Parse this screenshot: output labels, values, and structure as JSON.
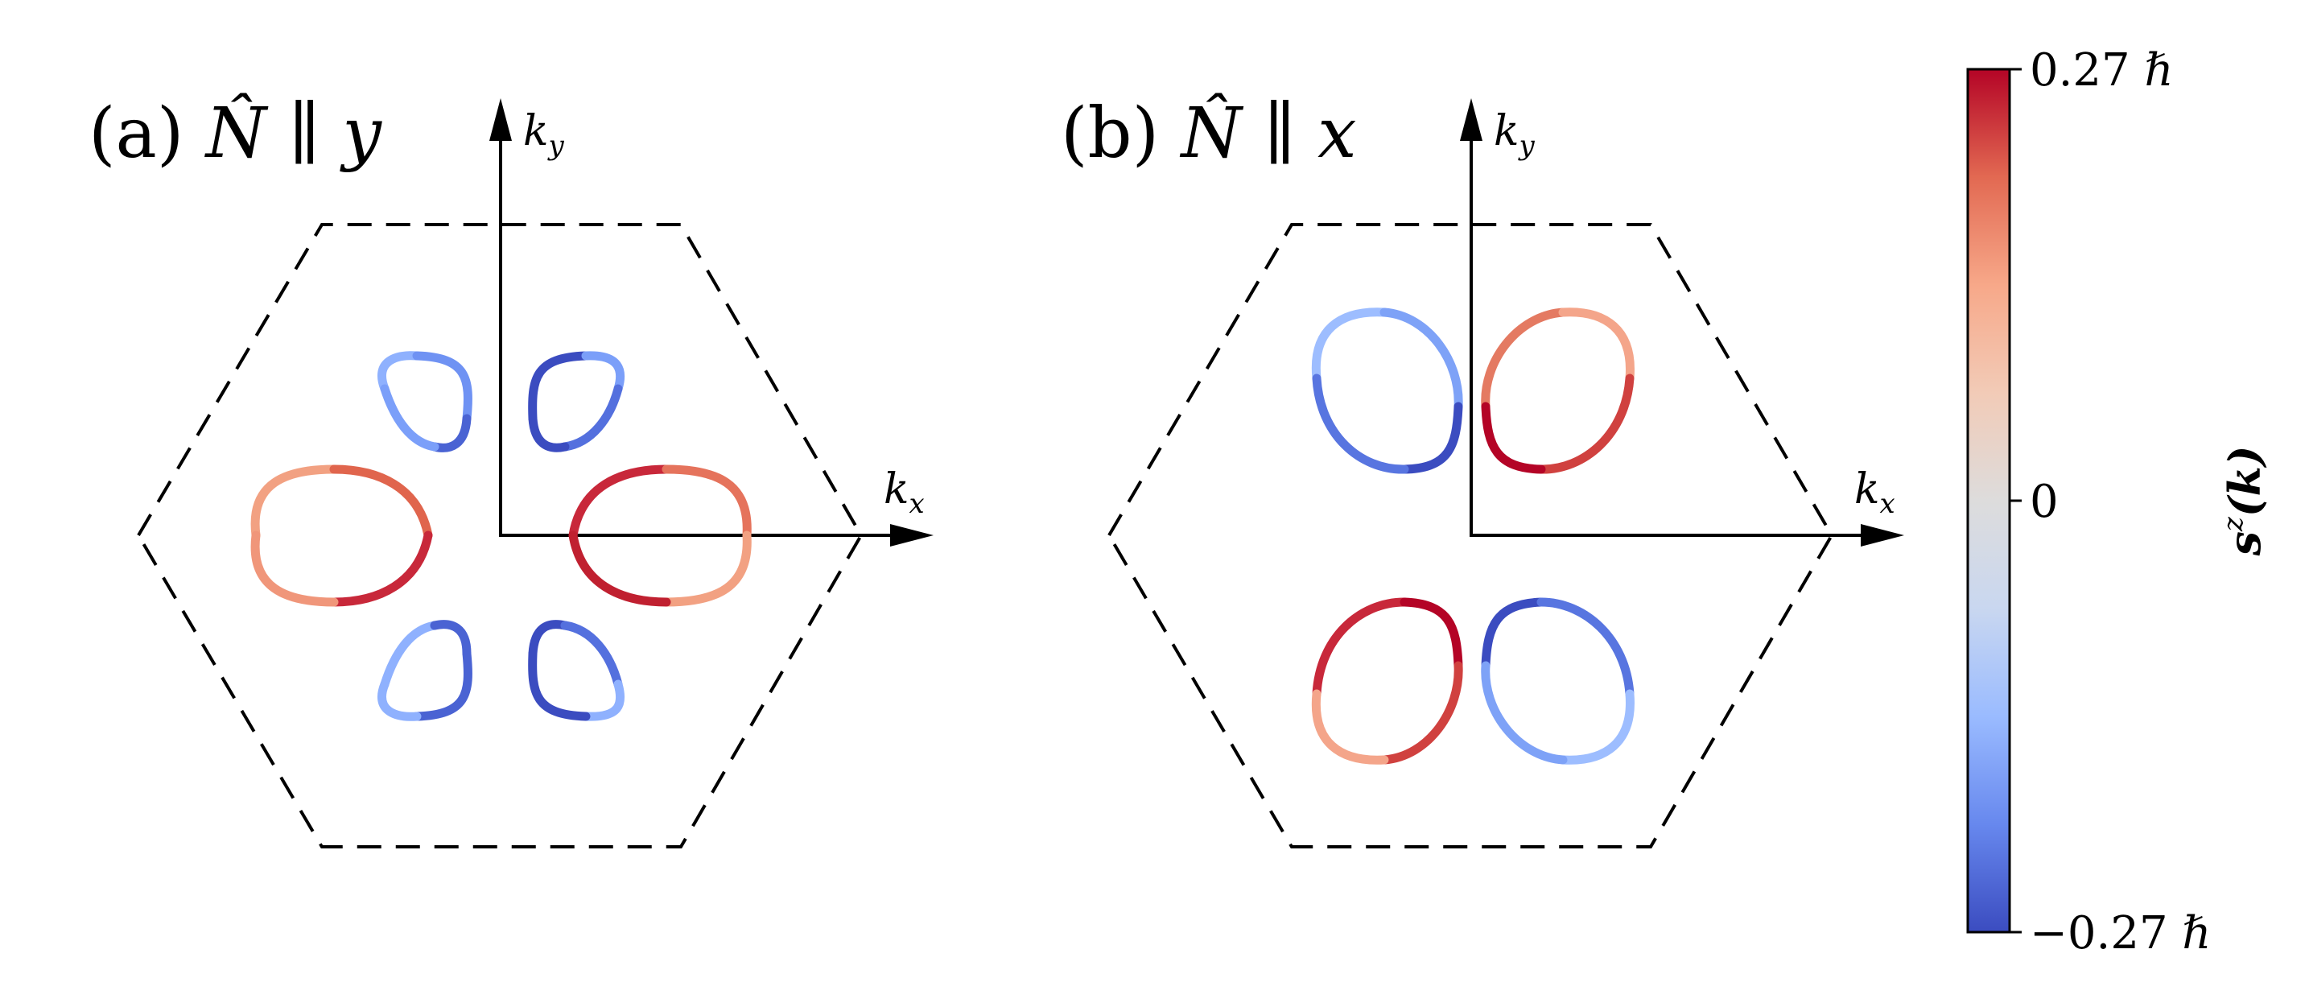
{
  "panels": [
    {
      "id": "a",
      "label_prefix": "(a) ",
      "label_symbol": "N̂",
      "label_parallel": " ∥ ",
      "label_axis": "y",
      "axis_x_label": "k",
      "axis_x_sub": "x",
      "axis_y_label": "k",
      "axis_y_sub": "y",
      "pockets": [
        {
          "name": "left-large",
          "colors": [
            "#f2a182",
            "#e0654d",
            "#c8283a",
            "#e0654d",
            "#f2a182"
          ]
        },
        {
          "name": "right-large",
          "colors": [
            "#c02030",
            "#d4473f",
            "#f0967a",
            "#d4473f",
            "#c02030"
          ]
        },
        {
          "name": "upper-left-small",
          "colors": [
            "#8fb1fe",
            "#6f92f3",
            "#4a63d3",
            "#6f92f3",
            "#8fb1fe"
          ]
        },
        {
          "name": "upper-right-small",
          "colors": [
            "#3b4cc0",
            "#5470de",
            "#7b9ff9",
            "#5470de",
            "#3b4cc0"
          ]
        },
        {
          "name": "lower-left-small",
          "colors": [
            "#8fb1fe",
            "#6f92f3",
            "#4a63d3",
            "#6f92f3",
            "#8fb1fe"
          ]
        },
        {
          "name": "lower-right-small",
          "colors": [
            "#3b4cc0",
            "#5470de",
            "#7b9ff9",
            "#5470de",
            "#3b4cc0"
          ]
        }
      ]
    },
    {
      "id": "b",
      "label_prefix": "(b) ",
      "label_symbol": "N̂",
      "label_parallel": " ∥ ",
      "label_axis": "x",
      "axis_x_label": "k",
      "axis_x_sub": "x",
      "axis_y_label": "k",
      "axis_y_sub": "y",
      "pockets": [
        {
          "name": "upper-left",
          "colors": [
            "#9dbdff",
            "#7ea2f7",
            "#5875e0",
            "#3b4cc0",
            "#5875e0"
          ]
        },
        {
          "name": "upper-right",
          "colors": [
            "#f4a58a",
            "#e47a62",
            "#c8283a",
            "#b40426",
            "#d0413f"
          ]
        },
        {
          "name": "lower-left",
          "colors": [
            "#b40426",
            "#d0413f",
            "#e47a62",
            "#f4a58a",
            "#d0413f"
          ]
        },
        {
          "name": "lower-right",
          "colors": [
            "#3b4cc0",
            "#5875e0",
            "#7ea2f7",
            "#9dbdff",
            "#5875e0"
          ]
        }
      ]
    }
  ],
  "colorbar": {
    "title_s": "s",
    "title_sup": "z",
    "title_rest": "(k)",
    "ticks": [
      {
        "label": "0.27 ℏ",
        "value": 0.27
      },
      {
        "label": "0",
        "value": 0
      },
      {
        "label": "−0.27 ℏ",
        "value": -0.27
      }
    ],
    "colormap": [
      "#3b4cc0",
      "#6788ee",
      "#9abbff",
      "#c9d7f0",
      "#dddcdc",
      "#f2cbb7",
      "#f7a889",
      "#e26952",
      "#b40426"
    ]
  }
}
